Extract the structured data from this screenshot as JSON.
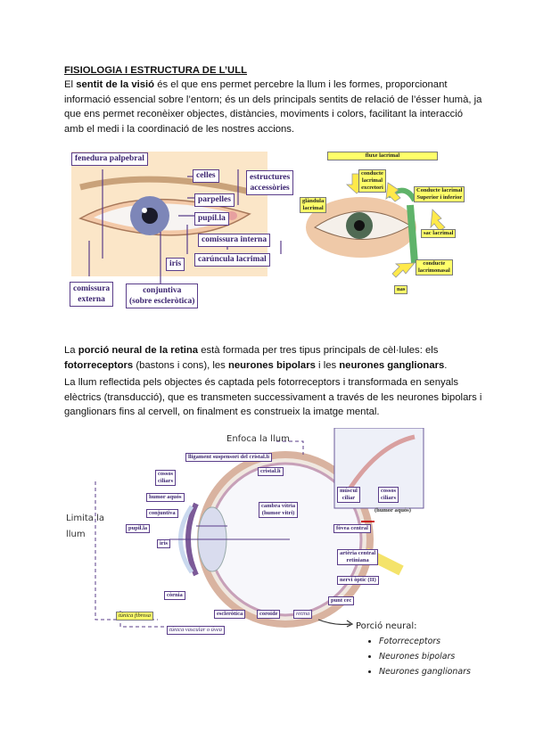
{
  "doc": {
    "title": "FISIOLOGIA I ESTRUCTURA DE L’ULL",
    "intro": {
      "pre": "El ",
      "bold": "sentit de la visió",
      "post": " és el que ens permet percebre la llum i les formes, proporcionant informació essencial sobre l’entorn; és un dels principals sentits de relació de l’ésser humà, ja que ens permet reconèixer objectes, distàncies, moviments i colors, facilitant la interacció amb el medi i la coordinació de les nostres accions."
    },
    "retina_par": {
      "t1": "La ",
      "b1": "porció neural de la retina",
      "t2": " està formada per tres tipus principals de cèl·lules: els ",
      "b2": "fotorreceptors",
      "t3": " (bastons i cons), les ",
      "b3": "neurones bipolars",
      "t4": " i les ",
      "b4": "neurones ganglionars",
      "t5": "."
    },
    "light_par": "La llum reflectida pels objectes és captada pels fotorreceptors i transformada en senyals elèctrics (transducció), que es transmeten successivament a través de les neurones bipolars i ganglionars fins al cervell, on finalment es construeix la imatge mental."
  },
  "fig1": {
    "labels": {
      "fenedura": "fenedura palpebral",
      "celles": "celles",
      "parpelles": "parpelles",
      "pupila": "pupil.la",
      "estructures1": "estructures",
      "estructures2": "accessòries",
      "comissura_interna": "comissura interna",
      "iris": "iris",
      "caruncula": "carúncula lacrimal",
      "comissura_ext1": "comissura",
      "comissura_ext2": "externa",
      "conjuntiva1": "conjuntiva",
      "conjuntiva2": "(sobre escleròtica)"
    }
  },
  "fig2": {
    "labels": {
      "fluxe": "fluxe lacrimal",
      "conducte_exc1": "conducte",
      "conducte_exc2": "lacrimal",
      "conducte_exc3": "excretori",
      "glandula1": "glàndula",
      "glandula2": "lacrimal",
      "conducte_sup1": "Conducte lacrimal",
      "conducte_sup2": "Superior i inferior",
      "sac": "sac lacrimal",
      "conducte_nas1": "conducte",
      "conducte_nas2": "lacrimonasal",
      "nas": "nas"
    }
  },
  "fig3": {
    "enfoca": "Enfoca la llum",
    "limita1": "Limita la",
    "limita2": "llum",
    "labels": {
      "lligament": "lligament suspensori del cristal.lí",
      "cossos1": "cossos",
      "cossos2": "ciliars",
      "cristal": "cristal.lí",
      "humor_aquos": "humor aquós",
      "conjuntiva": "conjuntiva",
      "camera1": "cambra vítria",
      "camera2": "(humor vitri)",
      "pupila": "pupil.la",
      "iris": "iris",
      "fovea": "fòvea central",
      "muscul1": "múscul",
      "muscul2": "ciliar",
      "cossos_r1": "cossos",
      "cossos_r2": "ciliars",
      "humor_r": "(humor aquós)",
      "arteria1": "artèria central",
      "arteria2": "retiniana",
      "nervi": "nervi òptic (II)",
      "cornea": "còrnia",
      "punt_cec": "punt cec",
      "tunica_f": "túnica fibrosa",
      "esclerotica": "escleròtica",
      "coroide": "coroide",
      "retina": "retina",
      "tunica_v": "túnica vascular o úvea"
    },
    "neural_title": "Porció neural:",
    "neural_items": [
      "Fotorreceptors",
      "Neurones bipolars",
      "Neurones ganglionars"
    ]
  }
}
